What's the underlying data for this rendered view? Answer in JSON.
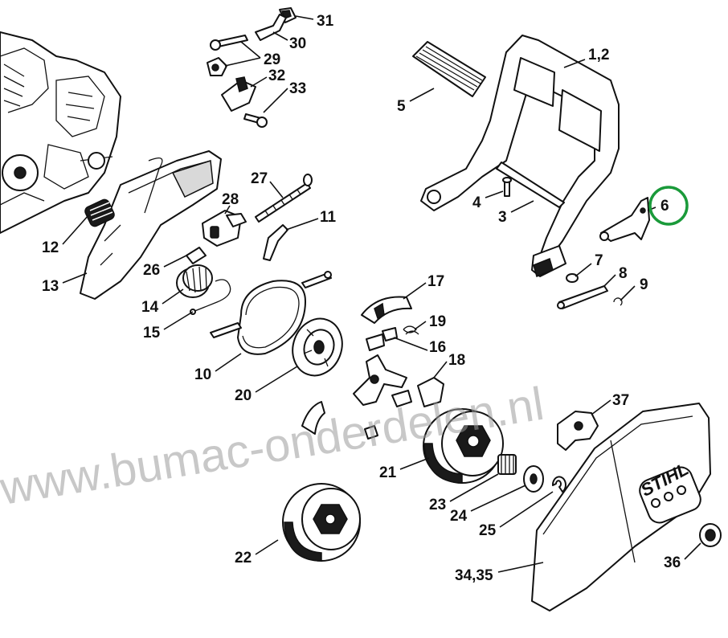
{
  "diagram": {
    "parts": [
      {
        "id": "p31",
        "label": "31"
      },
      {
        "id": "p30",
        "label": "30"
      },
      {
        "id": "p29",
        "label": "29"
      },
      {
        "id": "p32",
        "label": "32"
      },
      {
        "id": "p33",
        "label": "33"
      },
      {
        "id": "p12_",
        "label": "1,2"
      },
      {
        "id": "p5",
        "label": "5"
      },
      {
        "id": "p27",
        "label": "27"
      },
      {
        "id": "p28",
        "label": "28"
      },
      {
        "id": "p11",
        "label": "11"
      },
      {
        "id": "p4",
        "label": "4"
      },
      {
        "id": "p3",
        "label": "3"
      },
      {
        "id": "p6",
        "label": "6"
      },
      {
        "id": "p7",
        "label": "7"
      },
      {
        "id": "p8",
        "label": "8"
      },
      {
        "id": "p9",
        "label": "9"
      },
      {
        "id": "p12",
        "label": "12"
      },
      {
        "id": "p13",
        "label": "13"
      },
      {
        "id": "p26",
        "label": "26"
      },
      {
        "id": "p14",
        "label": "14"
      },
      {
        "id": "p15",
        "label": "15"
      },
      {
        "id": "p17",
        "label": "17"
      },
      {
        "id": "p19",
        "label": "19"
      },
      {
        "id": "p16",
        "label": "16"
      },
      {
        "id": "p18",
        "label": "18"
      },
      {
        "id": "p10",
        "label": "10"
      },
      {
        "id": "p20",
        "label": "20"
      },
      {
        "id": "p37",
        "label": "37"
      },
      {
        "id": "p21",
        "label": "21"
      },
      {
        "id": "p23",
        "label": "23"
      },
      {
        "id": "p24",
        "label": "24"
      },
      {
        "id": "p25",
        "label": "25"
      },
      {
        "id": "p22",
        "label": "22"
      },
      {
        "id": "p3435",
        "label": "34,35"
      },
      {
        "id": "p36",
        "label": "36"
      }
    ],
    "highlighted_part": "6",
    "highlight_color": "#1a9a3a",
    "brand_text": "STIHL",
    "watermark": "www.bumac-onderdelen.nl"
  }
}
